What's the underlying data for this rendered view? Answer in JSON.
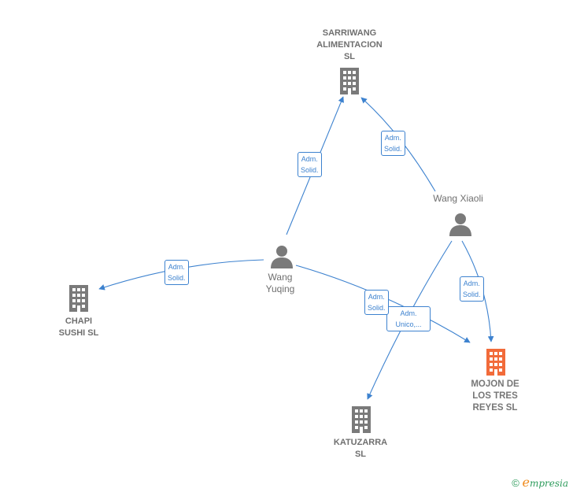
{
  "nodes": {
    "sarriwang": {
      "line1": "SARRIWANG",
      "line2": "ALIMENTACION",
      "line3": "SL"
    },
    "chapi": {
      "line1": "CHAPI",
      "line2": "SUSHI  SL"
    },
    "mojon": {
      "line1": "MOJON DE",
      "line2": "LOS TRES",
      "line3": "REYES  SL"
    },
    "katuzarra": {
      "line1": "KATUZARRA",
      "line2": "SL"
    },
    "wang_yuqing": {
      "line1": "Wang",
      "line2": "Yuqing"
    },
    "wang_xiaoli": {
      "line1": "Wang Xiaoli"
    }
  },
  "edges": {
    "yuqing_sarriwang": {
      "line1": "Adm.",
      "line2": "Solid."
    },
    "xiaoli_sarriwang": {
      "line1": "Adm.",
      "line2": "Solid."
    },
    "yuqing_chapi": {
      "line1": "Adm.",
      "line2": "Solid."
    },
    "yuqing_mojon": {
      "line1": "Adm.",
      "line2": "Solid."
    },
    "xiaoli_katuzarra": {
      "line1": "Adm.",
      "line2": "Unico,..."
    },
    "xiaoli_mojon": {
      "line1": "Adm.",
      "line2": "Solid."
    }
  },
  "footer": {
    "copyright": "©",
    "brand_e": "e",
    "brand_rest": "mpresia"
  },
  "colors": {
    "edge": "#3d82cf",
    "building": "#7a7a7a",
    "target_building": "#f26b3a",
    "person": "#7a7a7a"
  }
}
